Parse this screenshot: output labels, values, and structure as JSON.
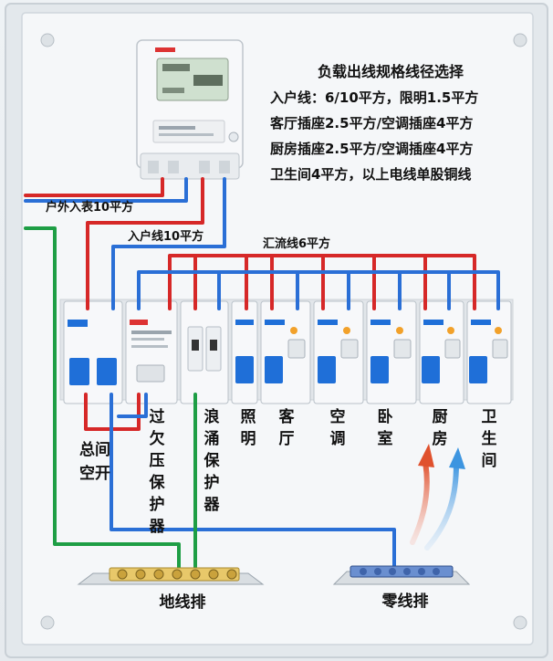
{
  "title": "负载出线规格线径选择",
  "spec_lines": [
    "入户线：6/10平方，限明1.5平方",
    "客厅插座2.5平方/空调插座4平方",
    "厨房插座2.5平方/空调插座4平方",
    "卫生间4平方，以上电线单股铜线"
  ],
  "wire_labels": {
    "outdoor_to_meter": "户外入表10平方",
    "incoming_line": "入户线10平方",
    "busbar_line": "汇流线6平方"
  },
  "breaker_labels": [
    {
      "id": "main",
      "text": "总间空开"
    },
    {
      "id": "overvoltage",
      "text": "过欠压保护器"
    },
    {
      "id": "surge",
      "text": "浪涌保护器"
    },
    {
      "id": "lighting",
      "text": "照明"
    },
    {
      "id": "living",
      "text": "客厅"
    },
    {
      "id": "ac",
      "text": "空调"
    },
    {
      "id": "bedroom",
      "text": "卧室"
    },
    {
      "id": "kitchen",
      "text": "厨房"
    },
    {
      "id": "bathroom",
      "text": "卫生间"
    }
  ],
  "bars": {
    "ground": "地线排",
    "neutral": "零线排"
  },
  "colors": {
    "live": "#d62828",
    "neutral": "#2a6fd6",
    "ground": "#1e9e45",
    "breaker_blue": "#1f6fd8",
    "box": "#f4f6f8"
  }
}
